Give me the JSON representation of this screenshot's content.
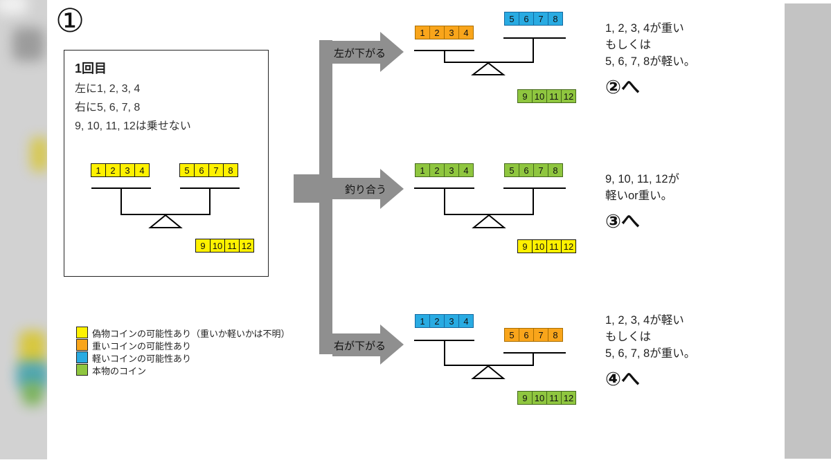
{
  "slide": {
    "number": "①"
  },
  "palette": {
    "yellow": {
      "fill": "#FFF100",
      "border": "#141414"
    },
    "orange": {
      "fill": "#F9A51B",
      "border": "#A86D00"
    },
    "blue": {
      "fill": "#29ABE2",
      "border": "#13679F"
    },
    "green": {
      "fill": "#8FC63F",
      "border": "#44671C"
    },
    "arrow_gray": "#8F8F8F"
  },
  "info_box": {
    "title": "1回目",
    "lines": [
      "左に1, 2, 3, 4",
      "右に5, 6, 7, 8",
      "9, 10, 11, 12は乗せない"
    ]
  },
  "initial_scale": {
    "left": {
      "values": [
        "1",
        "2",
        "3",
        "4"
      ],
      "color": "yellow"
    },
    "right": {
      "values": [
        "5",
        "6",
        "7",
        "8"
      ],
      "color": "yellow"
    },
    "side": {
      "values": [
        "9",
        "10",
        "11",
        "12"
      ],
      "color": "yellow"
    }
  },
  "branches": [
    {
      "arrow_label": "左が下がる",
      "scale": {
        "left": {
          "values": [
            "1",
            "2",
            "3",
            "4"
          ],
          "color": "orange"
        },
        "right": {
          "values": [
            "5",
            "6",
            "7",
            "8"
          ],
          "color": "blue"
        },
        "side": {
          "values": [
            "9",
            "10",
            "11",
            "12"
          ],
          "color": "green"
        }
      },
      "result": {
        "lines": [
          "1, 2, 3, 4が重い",
          "もしくは",
          "5, 6, 7, 8が軽い。"
        ],
        "goto": "②へ"
      }
    },
    {
      "arrow_label": "釣り合う",
      "scale": {
        "left": {
          "values": [
            "1",
            "2",
            "3",
            "4"
          ],
          "color": "green"
        },
        "right": {
          "values": [
            "5",
            "6",
            "7",
            "8"
          ],
          "color": "green"
        },
        "side": {
          "values": [
            "9",
            "10",
            "11",
            "12"
          ],
          "color": "yellow"
        }
      },
      "result": {
        "lines": [
          "9, 10, 11, 12が",
          "軽いor重い。"
        ],
        "goto": "③へ"
      }
    },
    {
      "arrow_label": "右が下がる",
      "scale": {
        "left": {
          "values": [
            "1",
            "2",
            "3",
            "4"
          ],
          "color": "blue"
        },
        "right": {
          "values": [
            "5",
            "6",
            "7",
            "8"
          ],
          "color": "orange"
        },
        "side": {
          "values": [
            "9",
            "10",
            "11",
            "12"
          ],
          "color": "green"
        }
      },
      "result": {
        "lines": [
          "1, 2, 3, 4が軽い",
          "もしくは",
          "5, 6, 7, 8が重い。"
        ],
        "goto": "④へ"
      }
    }
  ],
  "legend": {
    "items": [
      {
        "color": "yellow",
        "label": "偽物コインの可能性あり（重いか軽いかは不明）"
      },
      {
        "color": "orange",
        "label": "重いコインの可能性あり"
      },
      {
        "color": "blue",
        "label": "軽いコインの可能性あり"
      },
      {
        "color": "green",
        "label": "本物のコイン"
      }
    ]
  }
}
